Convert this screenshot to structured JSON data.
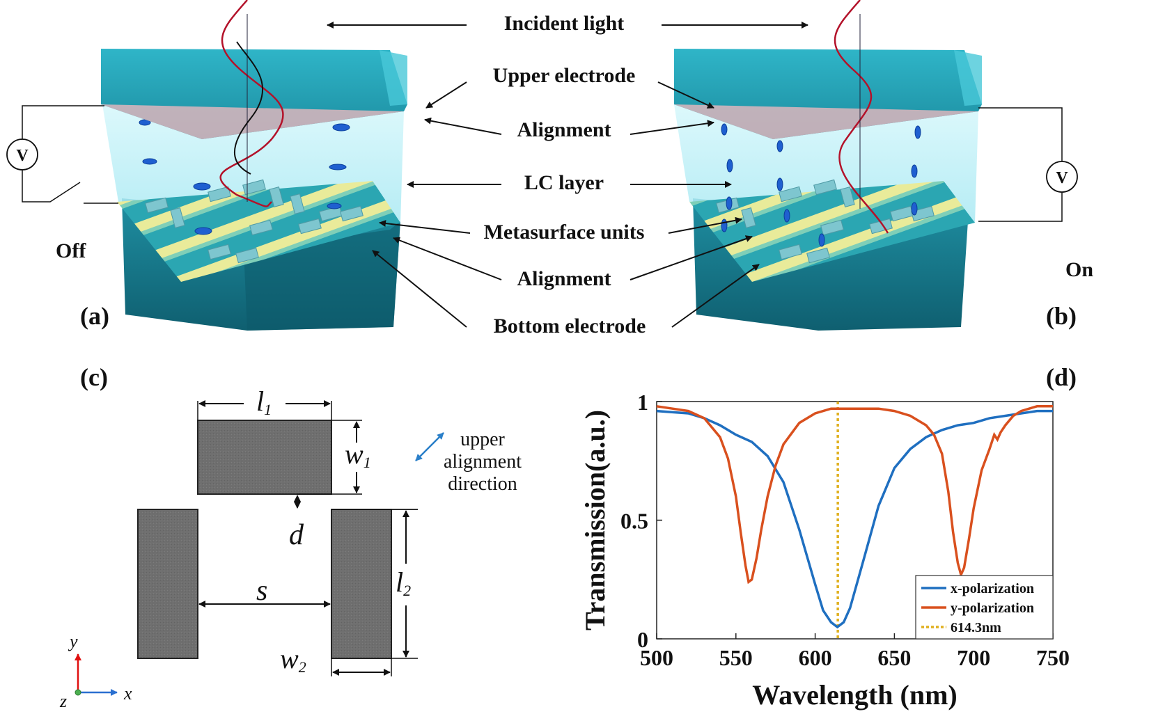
{
  "panels": {
    "a": "(a)",
    "b": "(b)",
    "c": "(c)",
    "d": "(d)"
  },
  "schematic": {
    "labels": [
      "Incident light",
      "Upper electrode",
      "Alignment",
      "LC layer",
      "Metasurface units",
      "Alignment",
      "Bottom electrode"
    ],
    "off_label": "Off",
    "on_label": "On",
    "voltmeter_symbol": "V"
  },
  "geometry_diagram": {
    "l1": "l",
    "l1_sub": "1",
    "w1": "w",
    "w1_sub": "1",
    "l2": "l",
    "l2_sub": "2",
    "w2": "w",
    "w2_sub": "2",
    "d": "d",
    "s": "s",
    "alignment_note": [
      "upper",
      "alignment",
      "direction"
    ],
    "axis_y": "y",
    "axis_x": "x",
    "axis_z": "z"
  },
  "colors": {
    "x_polarization": "#1f6fc0",
    "y_polarization": "#d9501e",
    "marker": "#e0b020",
    "glass_top": "#1e8ea0",
    "lc_layer": "#bdeff6",
    "alignment_arrow": "#2a7fc9",
    "axis_x_color": "#2a6fd0",
    "axis_y_color": "#e01010"
  },
  "chart_data": {
    "type": "line",
    "title": "",
    "xlabel": "Wavelength (nm)",
    "ylabel": "Transmission(a.u.)",
    "xlim": [
      500,
      750
    ],
    "ylim": [
      0,
      1
    ],
    "xticks": [
      "500",
      "550",
      "600",
      "650",
      "700",
      "750"
    ],
    "yticks": [
      "0",
      "0.5",
      "1"
    ],
    "legend_position": "bottom-right",
    "marker_line": {
      "x": 614.3,
      "label": "614.3nm"
    },
    "series": [
      {
        "name": "x-polarization",
        "x": [
          500,
          520,
          530,
          540,
          550,
          560,
          570,
          580,
          590,
          600,
          605,
          610,
          614,
          618,
          622,
          630,
          640,
          650,
          660,
          670,
          680,
          690,
          700,
          710,
          720,
          730,
          740,
          750
        ],
        "y": [
          0.96,
          0.95,
          0.93,
          0.9,
          0.86,
          0.83,
          0.77,
          0.66,
          0.46,
          0.23,
          0.12,
          0.07,
          0.05,
          0.07,
          0.13,
          0.32,
          0.56,
          0.72,
          0.8,
          0.85,
          0.88,
          0.9,
          0.91,
          0.93,
          0.94,
          0.95,
          0.96,
          0.96
        ]
      },
      {
        "name": "y-polarization",
        "x": [
          500,
          510,
          520,
          530,
          540,
          545,
          550,
          553,
          556,
          558,
          560,
          563,
          566,
          570,
          575,
          580,
          590,
          600,
          610,
          620,
          630,
          640,
          650,
          660,
          670,
          675,
          680,
          684,
          687,
          690,
          692,
          694,
          697,
          700,
          705,
          710,
          713,
          715,
          717,
          720,
          725,
          730,
          740,
          750
        ],
        "y": [
          0.98,
          0.97,
          0.96,
          0.93,
          0.85,
          0.76,
          0.6,
          0.45,
          0.31,
          0.24,
          0.25,
          0.34,
          0.46,
          0.6,
          0.73,
          0.82,
          0.91,
          0.95,
          0.97,
          0.97,
          0.97,
          0.97,
          0.96,
          0.94,
          0.9,
          0.86,
          0.78,
          0.62,
          0.45,
          0.32,
          0.27,
          0.3,
          0.42,
          0.55,
          0.71,
          0.8,
          0.86,
          0.84,
          0.87,
          0.9,
          0.94,
          0.96,
          0.98,
          0.98
        ]
      },
      {
        "name": "614.3nm",
        "x": [
          614.3,
          614.3
        ],
        "y": [
          0,
          1
        ]
      }
    ]
  }
}
